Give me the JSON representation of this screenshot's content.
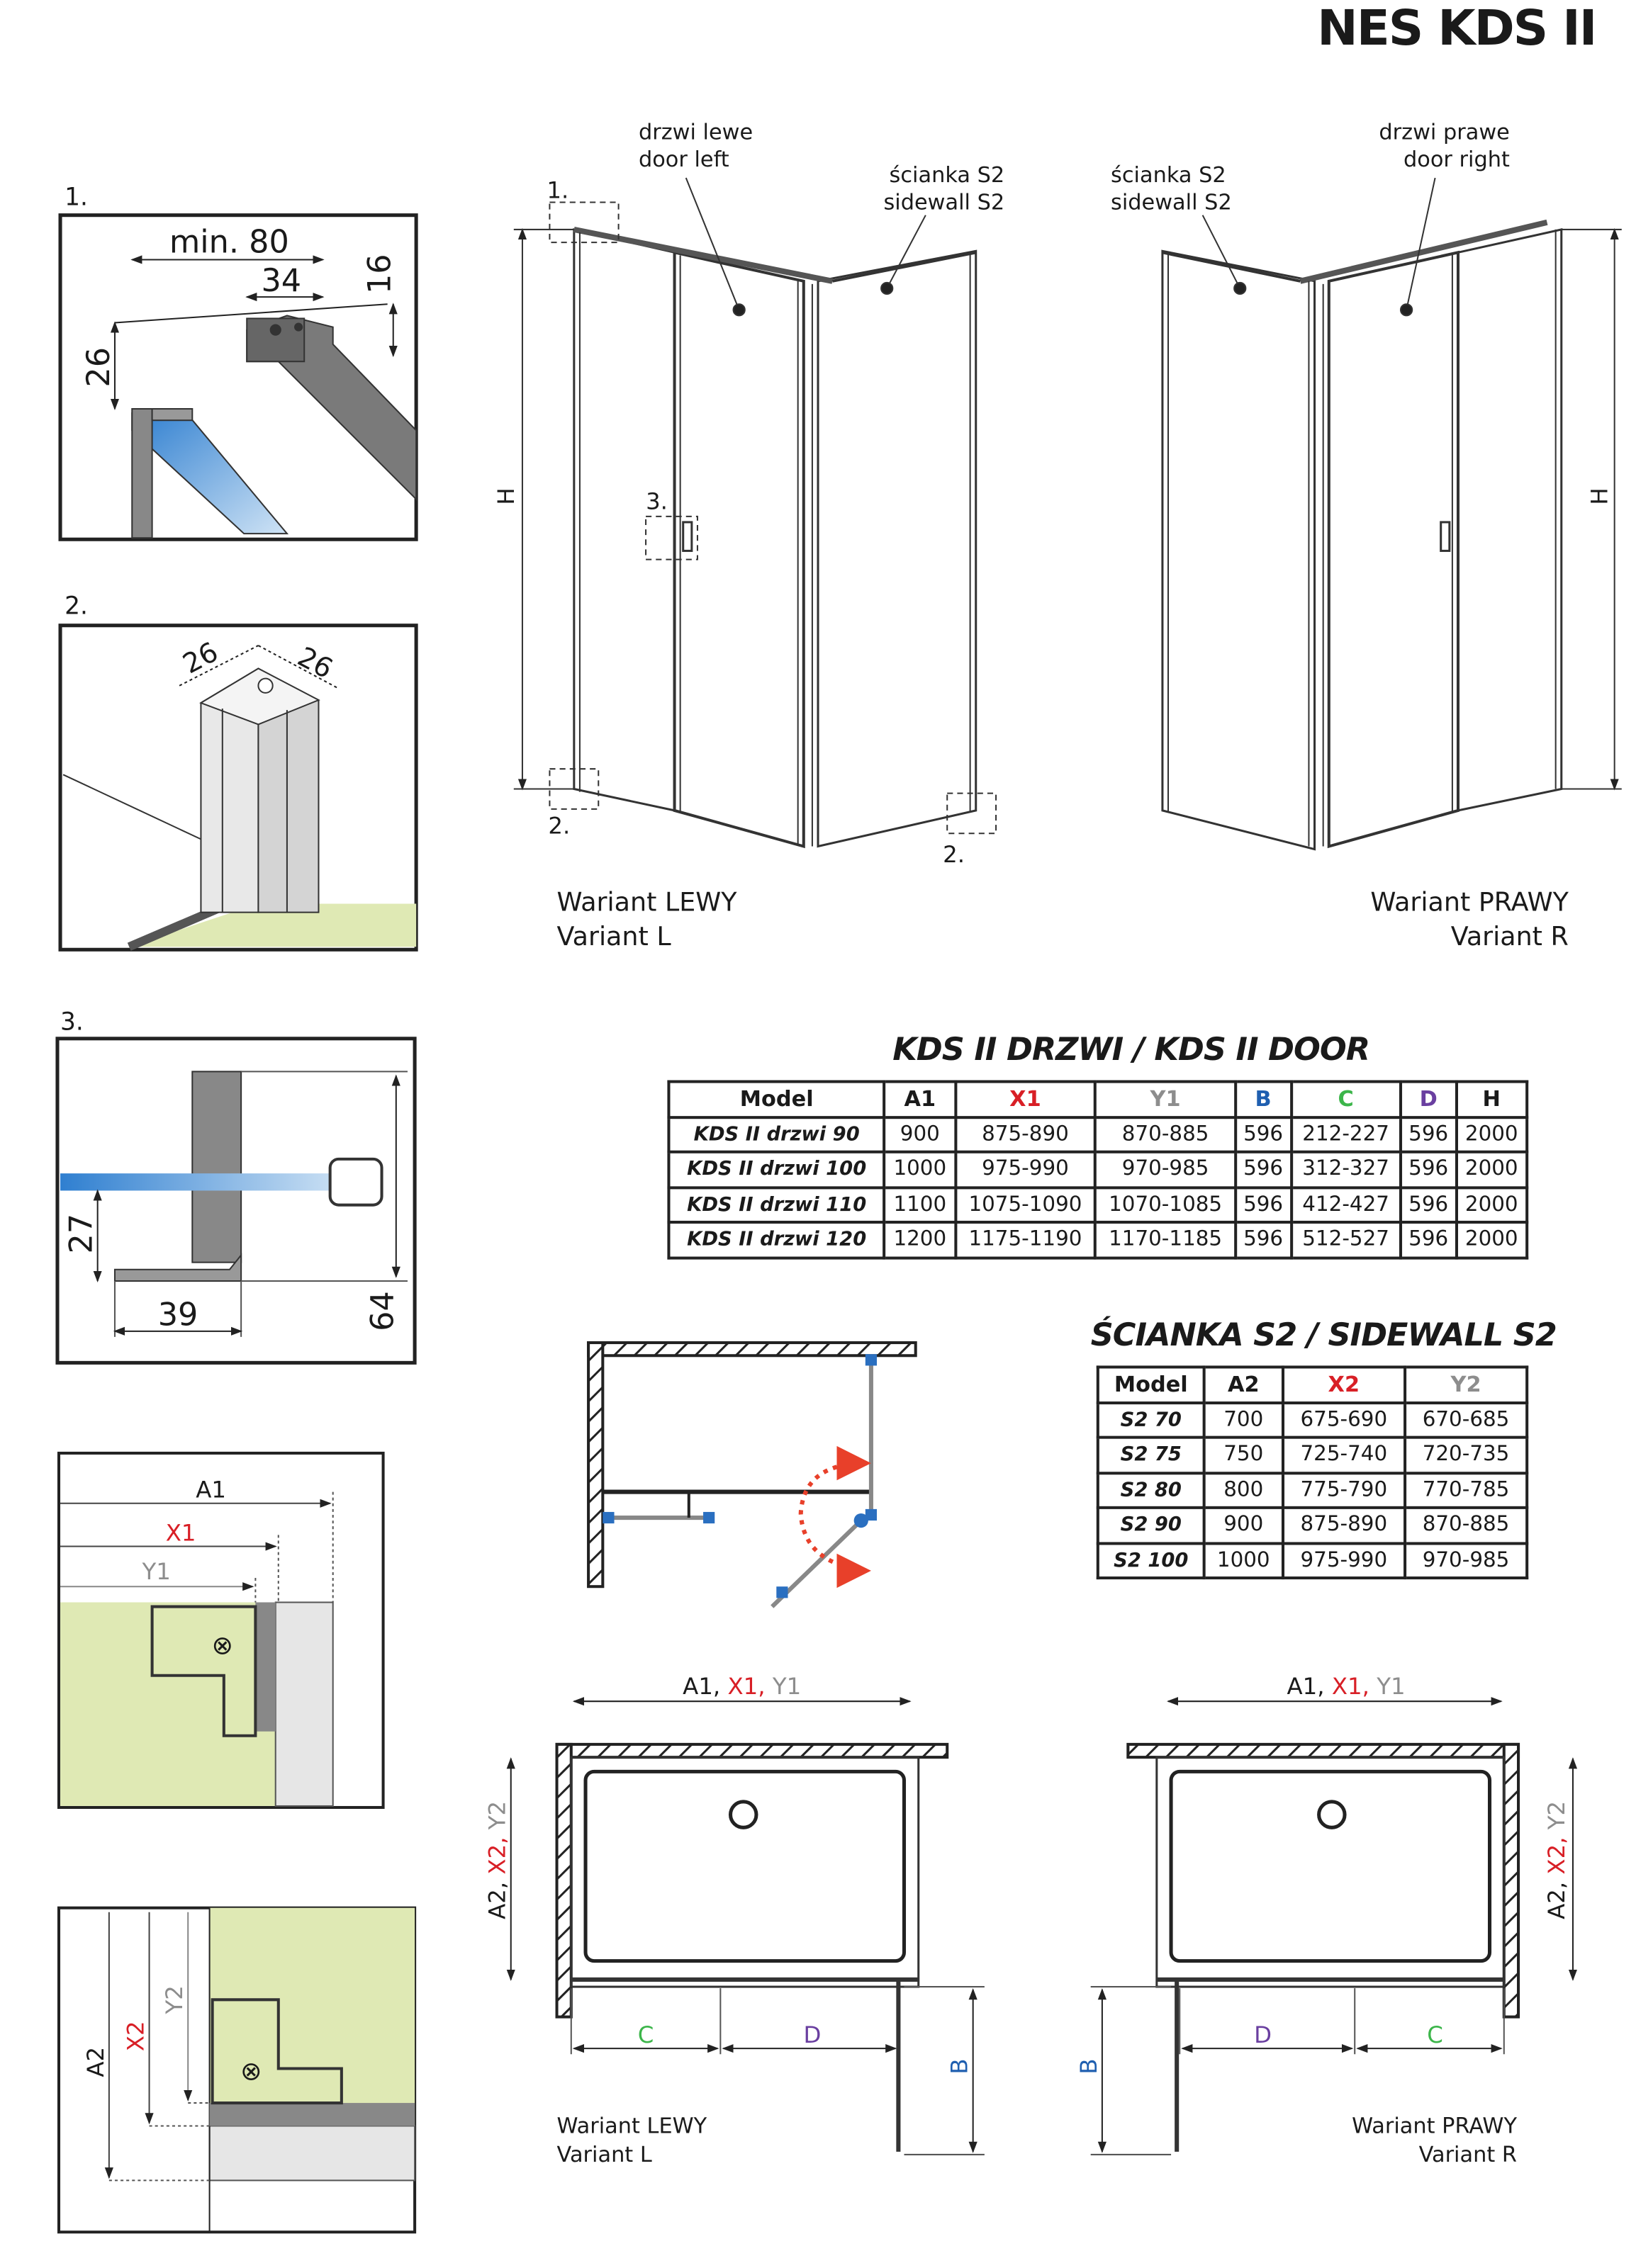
{
  "title": "NES KDS II",
  "colors": {
    "x": "#d81f26",
    "y": "#8d8d8d",
    "b": "#1f5fb0",
    "c": "#3cb54a",
    "d": "#6a3fa0",
    "floor": "#dfe9b4",
    "glass": "#3a8fd8"
  },
  "details": {
    "d1": {
      "label": "1.",
      "min": "min. 80",
      "w": "34",
      "h": "16",
      "v": "26"
    },
    "d2": {
      "label": "2.",
      "a": "26",
      "b": "26"
    },
    "d3": {
      "label": "3.",
      "h1": "27",
      "w": "39",
      "h2": "64"
    },
    "d4": {
      "a": "A1",
      "x": "X1",
      "y": "Y1"
    },
    "d5": {
      "a": "A2",
      "x": "X2",
      "y": "Y2"
    }
  },
  "view_left": {
    "door": [
      "drzwi lewe",
      "door left"
    ],
    "side": [
      "ścianka S2",
      "sidewall S2"
    ],
    "m1": "1.",
    "m2": "2.",
    "m3": "3.",
    "m2b": "2.",
    "h": "H",
    "variant": [
      "Wariant LEWY",
      "Variant L"
    ]
  },
  "view_right": {
    "door": [
      "drzwi prawe",
      "door right"
    ],
    "side": [
      "ścianka S2",
      "sidewall S2"
    ],
    "h": "H",
    "variant": [
      "Wariant PRAWY",
      "Variant R"
    ]
  },
  "door_table": {
    "title": "KDS II DRZWI / KDS II DOOR",
    "headers": [
      "Model",
      "A1",
      "X1",
      "Y1",
      "B",
      "C",
      "D",
      "H"
    ],
    "rows": [
      [
        "KDS II drzwi 90",
        "900",
        "875-890",
        "870-885",
        "596",
        "212-227",
        "596",
        "2000"
      ],
      [
        "KDS II drzwi 100",
        "1000",
        "975-990",
        "970-985",
        "596",
        "312-327",
        "596",
        "2000"
      ],
      [
        "KDS II drzwi 110",
        "1100",
        "1075-1090",
        "1070-1085",
        "596",
        "412-427",
        "596",
        "2000"
      ],
      [
        "KDS II drzwi 120",
        "1200",
        "1175-1190",
        "1170-1185",
        "596",
        "512-527",
        "596",
        "2000"
      ]
    ]
  },
  "wall_table": {
    "title": "ŚCIANKA S2 / SIDEWALL S2",
    "headers": [
      "Model",
      "A2",
      "X2",
      "Y2"
    ],
    "rows": [
      [
        "S2 70",
        "700",
        "675-690",
        "670-685"
      ],
      [
        "S2 75",
        "750",
        "725-740",
        "720-735"
      ],
      [
        "S2 80",
        "800",
        "775-790",
        "770-785"
      ],
      [
        "S2 90",
        "900",
        "875-890",
        "870-885"
      ],
      [
        "S2 100",
        "1000",
        "975-990",
        "970-985"
      ]
    ]
  },
  "plan_left": {
    "top": [
      "A1, ",
      "X1, ",
      "Y1"
    ],
    "side": [
      "A2, ",
      "X2, ",
      "Y2"
    ],
    "c": "C",
    "d": "D",
    "b": "B",
    "variant": [
      "Wariant LEWY",
      "Variant L"
    ]
  },
  "plan_right": {
    "top": [
      "A1, ",
      "X1, ",
      "Y1"
    ],
    "side": [
      "A2, ",
      "X2, ",
      "Y2"
    ],
    "c": "C",
    "d": "D",
    "b": "B",
    "variant": [
      "Wariant PRAWY",
      "Variant R"
    ]
  }
}
